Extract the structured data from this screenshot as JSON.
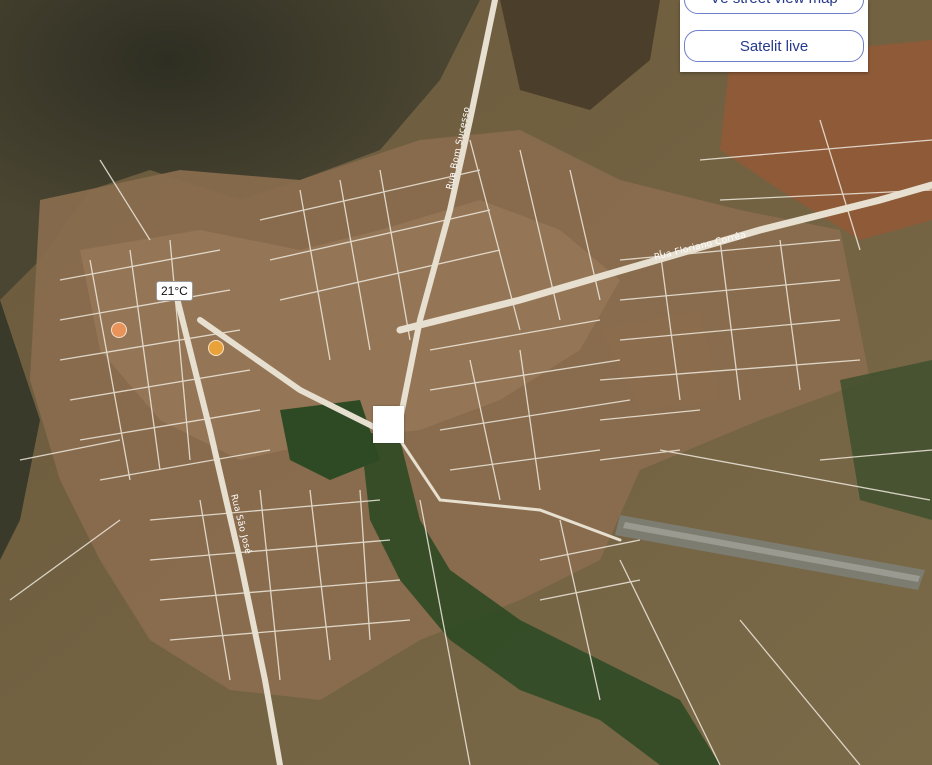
{
  "buttons": {
    "street_view_label": "Vê street view map",
    "satellite_live_label": "Satelit live"
  },
  "weather": {
    "temperature": "21°C"
  },
  "street_labels": {
    "road_1": "Rua Floriano Corrêa",
    "road_2": "Rua Bom Sucesso",
    "road_3": "Rua São José"
  },
  "colors": {
    "button_border": "#6f7fc9",
    "button_text": "#253a8a",
    "terrain_dark": "#3d3a2a",
    "urban": "#8c6a4a",
    "street": "#f2ece0"
  },
  "icons": {
    "poi_1": "poi-orange-icon",
    "poi_2": "poi-yellow-icon"
  }
}
